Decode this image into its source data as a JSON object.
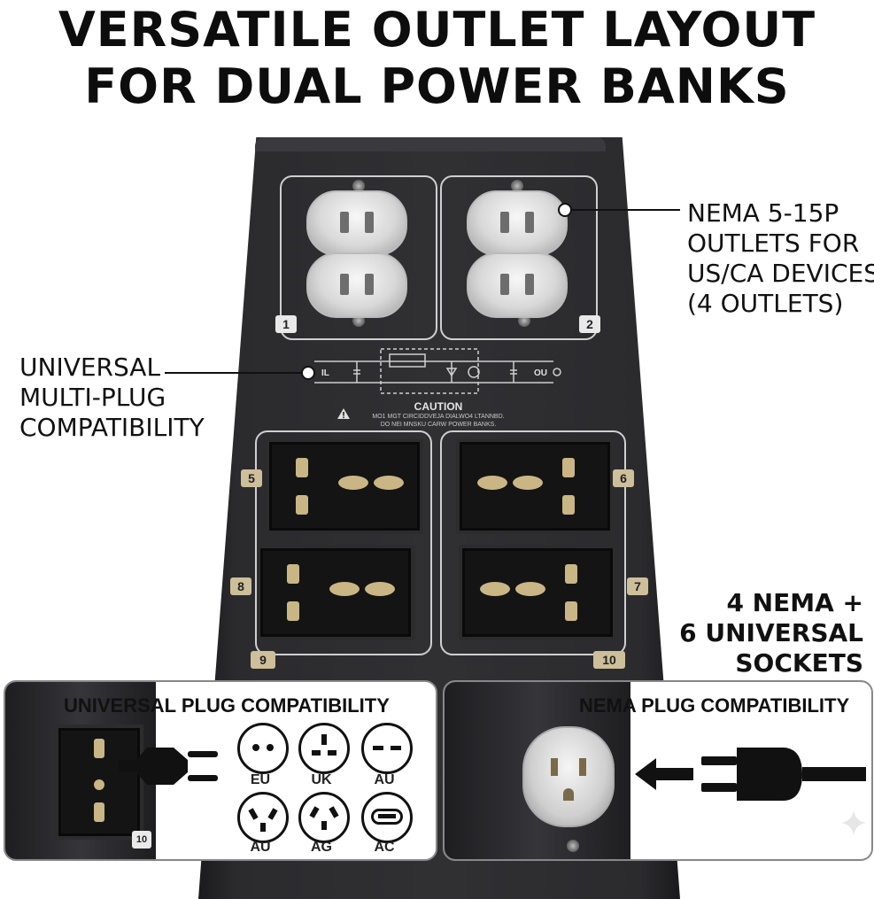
{
  "headline": {
    "line1": "VERSATILE OUTLET LAYOUT",
    "line2": "FOR DUAL POWER BANKS"
  },
  "callouts": {
    "nema_line1": "NEMA 5-15P",
    "nema_line2": "OUTLETS FOR",
    "nema_line3": "US/CA DEVICES",
    "nema_line4": "(4 OUTLETS)",
    "universal_line1": "UNIVERSAL",
    "universal_line2": "MULTI-PLUG",
    "universal_line3": "COMPATIBILITY",
    "count_line1": "4 NEMA +",
    "count_line2": "6 UNIVERSAL",
    "count_line3": "SOCKETS"
  },
  "device": {
    "panel_numbers": [
      "1",
      "2",
      "5",
      "6",
      "8",
      "7",
      "9",
      "10"
    ],
    "diagram_left_label": "IL",
    "diagram_right_label": "OU",
    "caution_title": "CAUTION",
    "caution_text_1": "MO1 MGT CIRCIDDVEJA  DIALWO4 LTANNBD.",
    "caution_text_2": "DO NEI MNSKU CARW POWER BANKS."
  },
  "inset_left": {
    "title": "UNIVERSAL PLUG COMPATIBILITY",
    "socket_number": "10",
    "plugs": [
      "EU",
      "UK",
      "AU",
      "AU",
      "AG",
      "AC"
    ]
  },
  "inset_right": {
    "title": "NEMA PLUG COMPATIBILITY"
  }
}
